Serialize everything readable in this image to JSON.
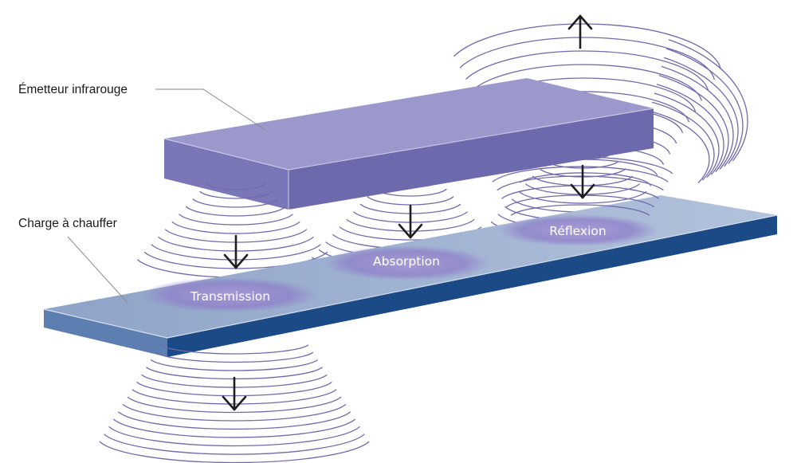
{
  "callouts": {
    "emitter": "Émetteur infrarouge",
    "load": "Charge à chauffer"
  },
  "effects": {
    "transmission": "Transmission",
    "absorption": "Absorption",
    "reflection": "Réflexion"
  },
  "colors": {
    "wave_lines": "#6f6aac",
    "emitter_top": "#9b98cc",
    "emitter_front": "#6c69ad",
    "emitter_side": "#5a5796",
    "plate_top": "#9fb2d2",
    "plate_front": "#1b4a86",
    "plate_side": "#5d7eb0",
    "spot": "#8e7fc8",
    "arrow": "#1e1e1e",
    "label_text": "#ffffff"
  },
  "icons": {
    "direction_arrow": "arrow-down-icon",
    "reflected_arrow": "arrow-up-icon"
  }
}
